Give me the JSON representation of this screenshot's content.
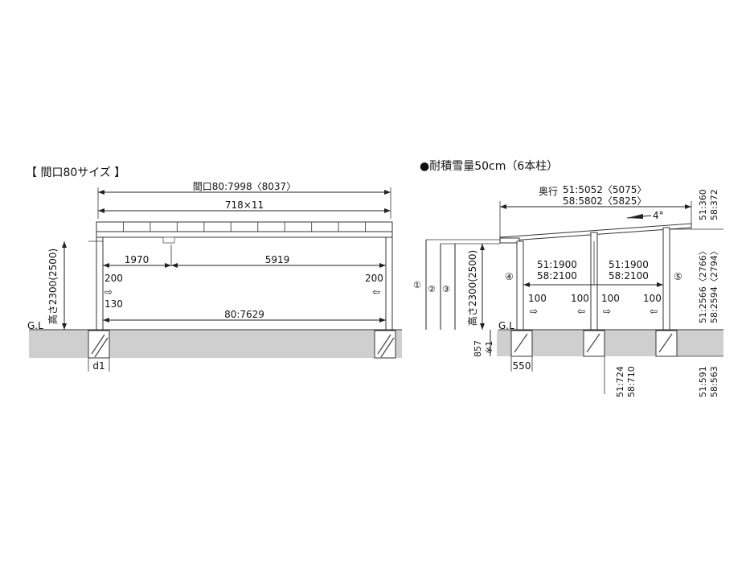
{
  "front": {
    "title": "【 間口80サイズ 】",
    "width_total": "間口80:7998〈8037〉",
    "pitch": "718×11",
    "span_left": "1970",
    "span_right": "5919",
    "offset_left": "200",
    "offset_right": "200",
    "offset_130": "130",
    "inner_span": "80:7629",
    "height": "高さ2300(2500)",
    "gl": "G.L",
    "d1": "d1",
    "arrow_right": "⇨",
    "arrow_left": "⇦"
  },
  "side": {
    "title": "●耐積雪量50cm（6本柱）",
    "depth_label": "奥行",
    "depth_51": "51:5052〈5075〉",
    "depth_58": "58:5802〈5825〉",
    "slope": "4°",
    "top_51": "51:360",
    "top_58": "58:372",
    "bay1_51": "51:1900",
    "bay1_58": "58:2100",
    "bay2_51": "51:1900",
    "bay2_58": "58:2100",
    "mark4": "④",
    "mark5": "⑤",
    "mark1": "①",
    "mark2": "②",
    "mark3": "③",
    "off1": "100",
    "off2": "100",
    "off3": "100",
    "off4": "100",
    "height": "高さ2300(2500)",
    "right_h_51": "51:2566〈2766〉",
    "right_h_58": "58:2594〈2794〉",
    "gl": "G.L",
    "depth857": "857",
    "note1": "※1",
    "foot550": "550",
    "bot_51a": "51:724",
    "bot_58a": "58:710",
    "bot_51b": "51:591",
    "bot_58b": "58:563",
    "arrow_right": "⇨",
    "arrow_left": "⇦"
  }
}
